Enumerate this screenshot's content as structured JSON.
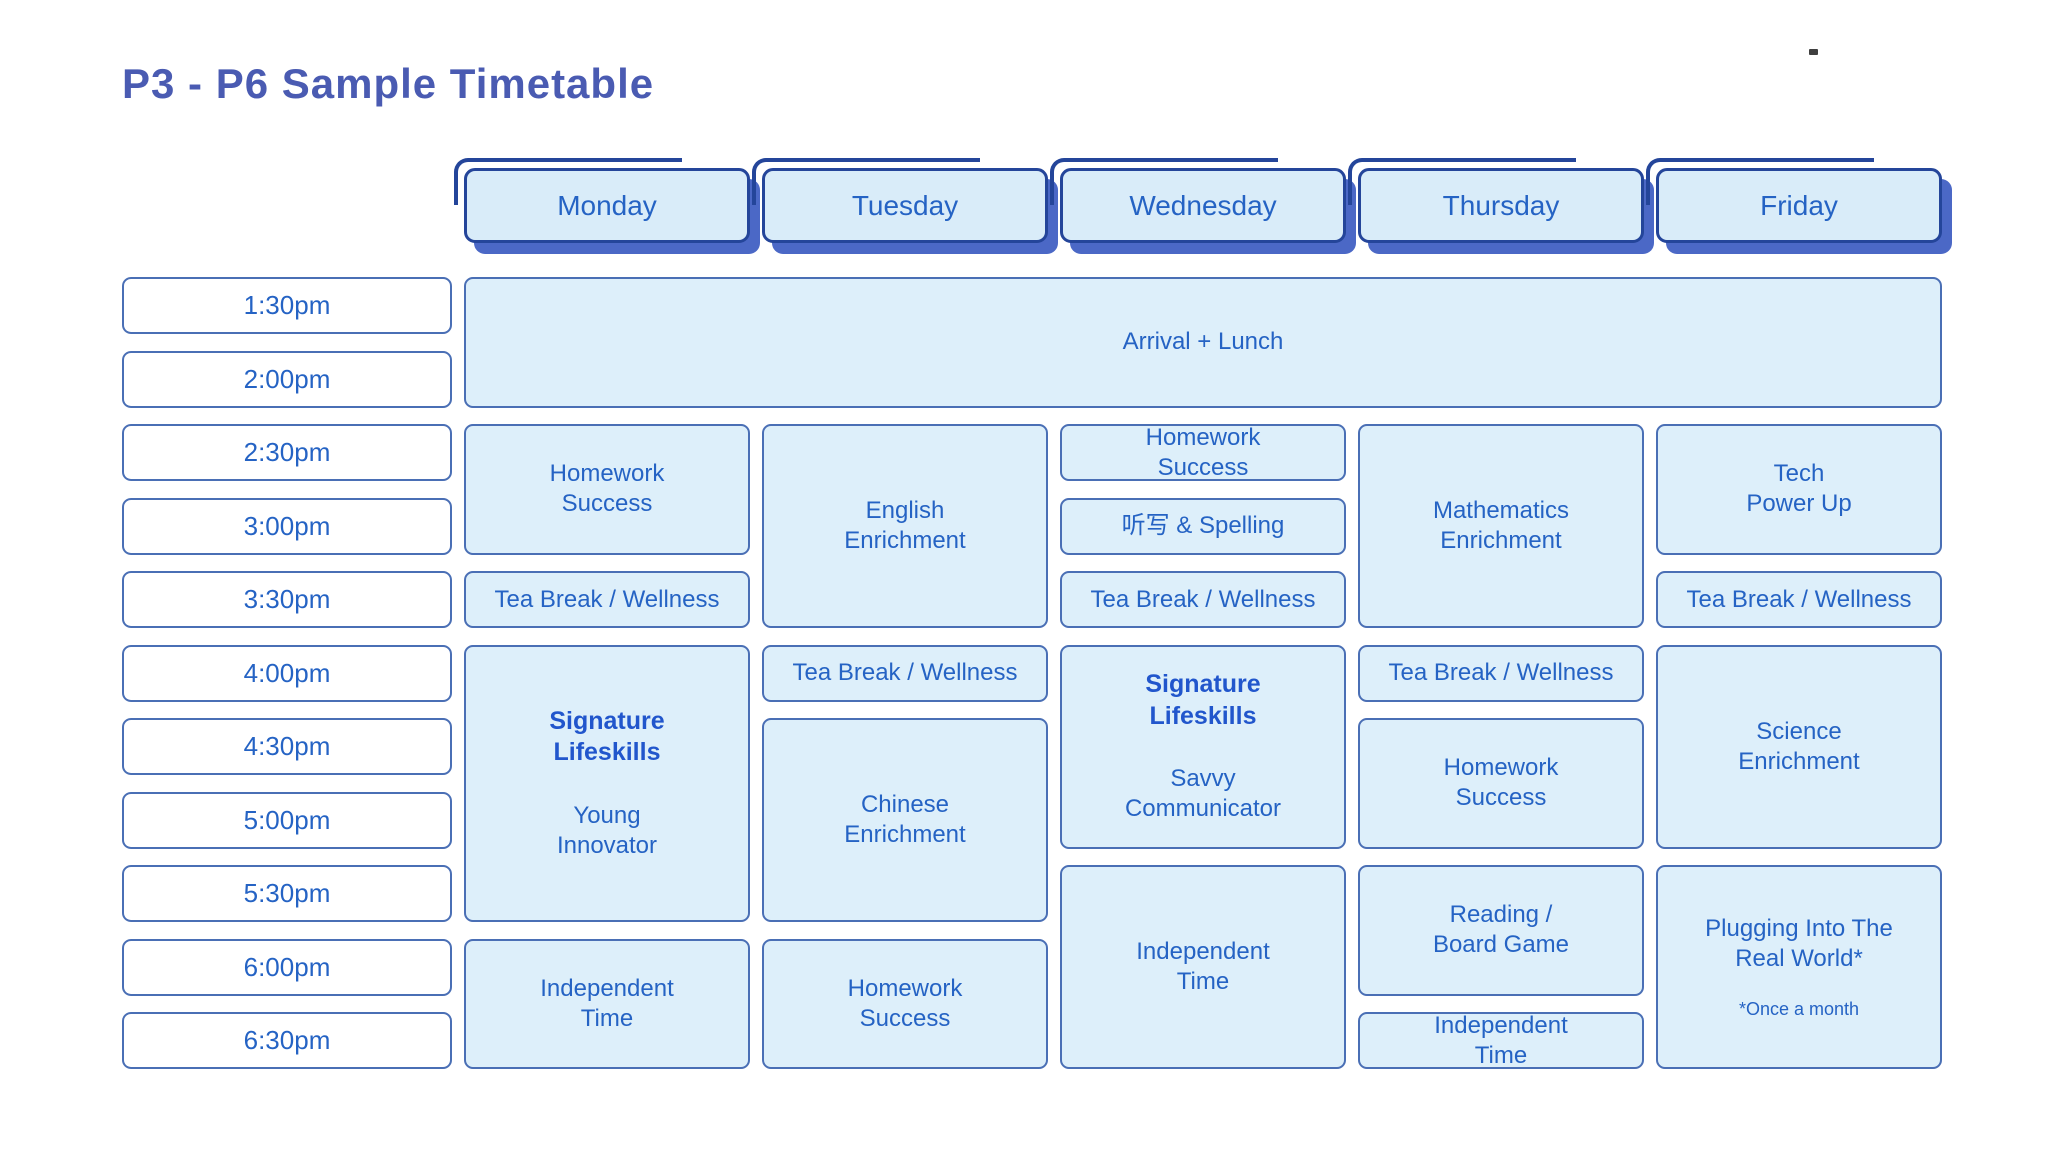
{
  "title": "P3 - P6 Sample Timetable",
  "colors": {
    "title_text": "#4a5bb2",
    "cell_fill": "#ddeffa",
    "cell_border": "#4a6fb5",
    "cell_text": "#2563c4",
    "header_fill": "#d9ecf9",
    "header_border": "#24459a",
    "header_shadow": "#4b68c6",
    "emphasis_text": "#2156cc",
    "time_fill": "#ffffff"
  },
  "days": [
    {
      "label": "Monday"
    },
    {
      "label": "Tuesday"
    },
    {
      "label": "Wednesday"
    },
    {
      "label": "Thursday"
    },
    {
      "label": "Friday"
    }
  ],
  "time_slots": [
    "1:30pm",
    "2:00pm",
    "2:30pm",
    "3:00pm",
    "3:30pm",
    "4:00pm",
    "4:30pm",
    "5:00pm",
    "5:30pm",
    "6:00pm",
    "6:30pm"
  ],
  "full_span_block": {
    "label": "Arrival + Lunch",
    "row": 1,
    "span": 2
  },
  "schedule": [
    {
      "day": "Monday",
      "blocks": [
        {
          "label": "Homework\nSuccess",
          "row": 3,
          "span": 2
        },
        {
          "label": "Tea Break / Wellness",
          "row": 5,
          "span": 1
        },
        {
          "title": "Signature\nLifeskills",
          "label": "Young\nInnovator",
          "row": 6,
          "span": 4
        },
        {
          "label": "Independent\nTime",
          "row": 10,
          "span": 2
        }
      ]
    },
    {
      "day": "Tuesday",
      "blocks": [
        {
          "label": "English\nEnrichment",
          "row": 3,
          "span": 3
        },
        {
          "label": "Tea Break / Wellness",
          "row": 6,
          "span": 1
        },
        {
          "label": "Chinese\nEnrichment",
          "row": 7,
          "span": 3
        },
        {
          "label": "Homework\nSuccess",
          "row": 10,
          "span": 2
        }
      ]
    },
    {
      "day": "Wednesday",
      "blocks": [
        {
          "label": "Homework\nSuccess",
          "row": 3,
          "span": 1
        },
        {
          "label": "听写 & Spelling",
          "row": 4,
          "span": 1
        },
        {
          "label": "Tea Break / Wellness",
          "row": 5,
          "span": 1
        },
        {
          "title": "Signature\nLifeskills",
          "label": "Savvy\nCommunicator",
          "row": 6,
          "span": 3
        },
        {
          "label": "Independent\nTime",
          "row": 9,
          "span": 3
        }
      ]
    },
    {
      "day": "Thursday",
      "blocks": [
        {
          "label": "Mathematics\nEnrichment",
          "row": 3,
          "span": 3
        },
        {
          "label": "Tea Break / Wellness",
          "row": 6,
          "span": 1
        },
        {
          "label": "Homework\nSuccess",
          "row": 7,
          "span": 2
        },
        {
          "label": "Reading /\nBoard Game",
          "row": 9,
          "span": 2
        },
        {
          "label": "Independent\nTime",
          "row": 11,
          "span": 1
        }
      ]
    },
    {
      "day": "Friday",
      "blocks": [
        {
          "label": "Tech\nPower Up",
          "row": 3,
          "span": 2
        },
        {
          "label": "Tea Break / Wellness",
          "row": 5,
          "span": 1
        },
        {
          "label": "Science\nEnrichment",
          "row": 6,
          "span": 3
        },
        {
          "label": "Plugging Into The\nReal World*",
          "note": "*Once a month",
          "row": 9,
          "span": 3
        }
      ]
    }
  ]
}
